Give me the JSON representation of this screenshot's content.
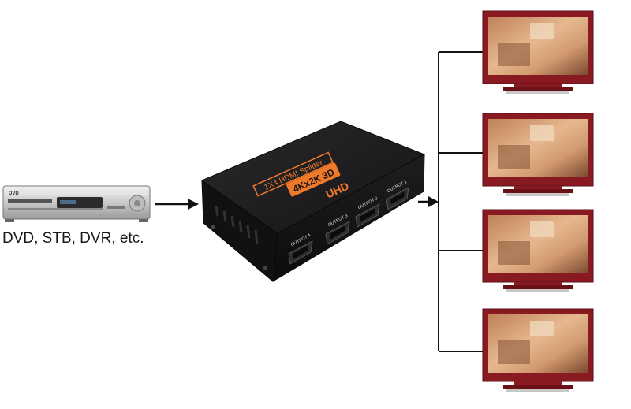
{
  "source": {
    "caption": "DVD, STB, DVR, etc.",
    "brand": "DVD"
  },
  "splitter": {
    "model_label": "1X4 HDMI Splitter",
    "feature_label": "4Kx2K 3D",
    "uhd_label": "UHD",
    "outputs": [
      "OUTPOT 4",
      "OUTPOT 3",
      "OUTPOT 2",
      "OUTPOT 1"
    ]
  },
  "displays": [
    {
      "id": "tv-1"
    },
    {
      "id": "tv-2"
    },
    {
      "id": "tv-3"
    },
    {
      "id": "tv-4"
    }
  ],
  "colors": {
    "tv_frame": "#8a1a22",
    "device_body": "#1c1c1e",
    "label_orange": "#f07a2a",
    "line": "#111111"
  }
}
